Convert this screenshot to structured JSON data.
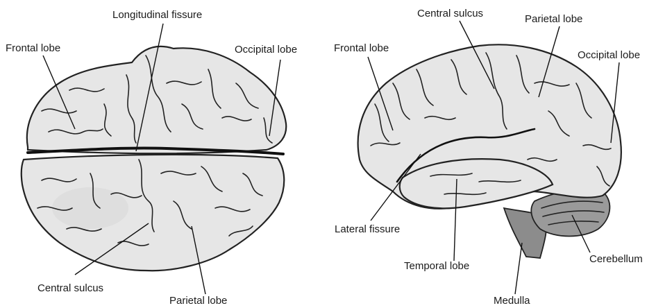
{
  "top_view": {
    "labels": {
      "longitudinal_fissure": "Longitudinal fissure",
      "frontal_lobe": "Frontal lobe",
      "occipital_lobe": "Occipital lobe",
      "central_sulcus": "Central sulcus",
      "parietal_lobe": "Parietal lobe"
    }
  },
  "side_view": {
    "labels": {
      "central_sulcus": "Central sulcus",
      "parietal_lobe": "Parietal lobe",
      "frontal_lobe": "Frontal lobe",
      "occipital_lobe": "Occipital lobe",
      "lateral_fissure": "Lateral fissure",
      "temporal_lobe": "Temporal lobe",
      "cerebellum": "Cerebellum",
      "medulla": "Medulla"
    }
  },
  "colors": {
    "brain_fill": "#e6e6e6",
    "outline": "#222222",
    "cerebellum_fill": "#9a9a9a"
  }
}
